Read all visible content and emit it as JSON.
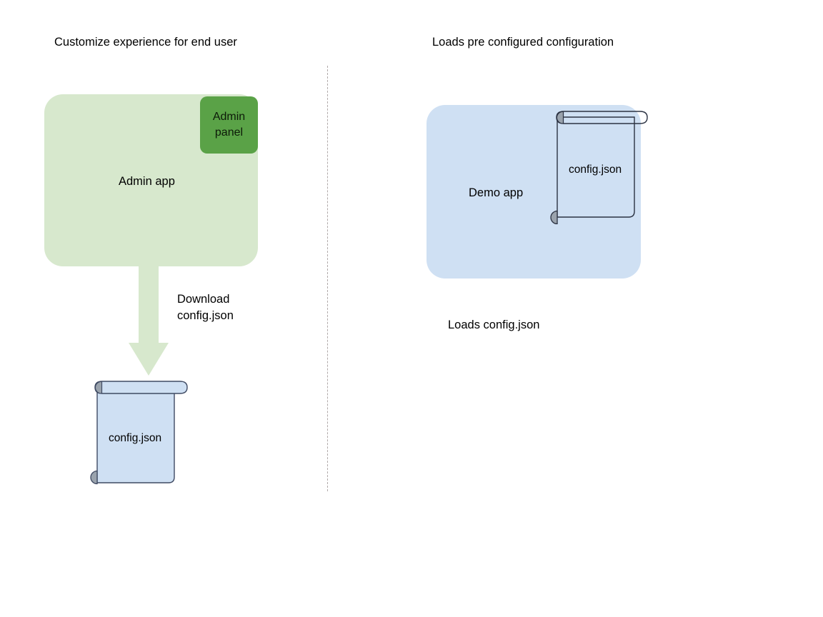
{
  "diagram": {
    "background_color": "#ffffff",
    "divider": {
      "name": "vertical-dashed-divider",
      "color": "#b0a9a9",
      "style": "dashed"
    },
    "columns": [
      {
        "id": "left",
        "title": "Customize experience for end user",
        "app": {
          "label": "Admin app",
          "fill": "#d7e8cd",
          "chip": {
            "label": "Admin\npanel",
            "fill": "#5aa247"
          }
        },
        "arrow": {
          "name": "download-arrow",
          "direction": "down",
          "fill": "#d7e8cd"
        },
        "flow_label": "Download\nconfig.json",
        "document": {
          "label": "config.json",
          "fill": "#cfe0f3",
          "stroke": "#3f4a63",
          "curl_fill": "#9aa3ad"
        }
      },
      {
        "id": "right",
        "title": "Loads pre configured configuration",
        "app": {
          "label": "Demo app",
          "fill": "#cfe0f3"
        },
        "flow_label": "Loads config.json",
        "document": {
          "label": "config.json",
          "fill": "transparent",
          "stroke": "#2b3242",
          "curl_fill": "#9aa3ad"
        }
      }
    ]
  }
}
